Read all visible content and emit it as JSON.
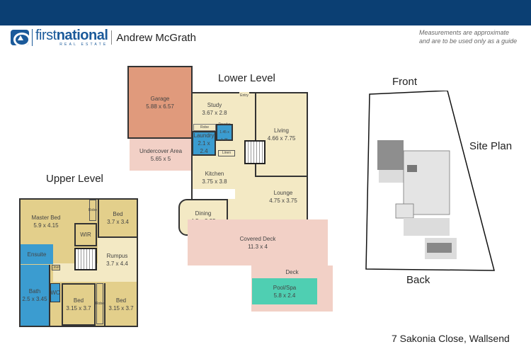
{
  "header": {
    "brand_first": "first",
    "brand_second": "national",
    "brand_sub": "REAL ESTATE",
    "agent": "Andrew McGrath",
    "disclaimer_line1": "Measurements are approximate",
    "disclaimer_line2": "and are to be used only as a guide",
    "colors": {
      "topbar": "#0b3f73",
      "brand": "#1b5a9a"
    }
  },
  "lower_level": {
    "title": "Lower Level",
    "rooms": [
      {
        "name": "Garage",
        "size": "5.88 x 6.57"
      },
      {
        "name": "Undercover Area",
        "size": "5.65 x 5"
      },
      {
        "name": "Study",
        "size": "3.67 x 2.8"
      },
      {
        "name": "Robe",
        "size": ""
      },
      {
        "name": "Powder",
        "size": "1.45 x 1.45"
      },
      {
        "name": "Laundry",
        "size": "2.1 x 2.4"
      },
      {
        "name": "Linen",
        "size": ""
      },
      {
        "name": "Entry",
        "size": ""
      },
      {
        "name": "Living",
        "size": "4.66 x 7.75"
      },
      {
        "name": "Kitchen",
        "size": "3.75 x 3.8"
      },
      {
        "name": "Lounge",
        "size": "4.75 x 3.75"
      },
      {
        "name": "Dining",
        "size": "4.5 x 3.35"
      },
      {
        "name": "Covered Deck",
        "size": "11.3 x 4"
      },
      {
        "name": "Deck",
        "size": ""
      },
      {
        "name": "Pool/Spa",
        "size": "5.8 x 2.4"
      }
    ]
  },
  "upper_level": {
    "title": "Upper Level",
    "rooms": [
      {
        "name": "Master Bed",
        "size": "5.9 x 4.15"
      },
      {
        "name": "Robe",
        "size": ""
      },
      {
        "name": "Bed",
        "size": "3.7 x 3.4"
      },
      {
        "name": "WIR",
        "size": ""
      },
      {
        "name": "Ensuite",
        "size": ""
      },
      {
        "name": "Rumpus",
        "size": "3.7 x 4.4"
      },
      {
        "name": "Linen",
        "size": ""
      },
      {
        "name": "Bath",
        "size": "2.5 x 3.45"
      },
      {
        "name": "WC",
        "size": ""
      },
      {
        "name": "Bed",
        "size": "3.15 x 3.7"
      },
      {
        "name": "Robe",
        "size": ""
      },
      {
        "name": "Bed",
        "size": "3.15 x 3.7"
      }
    ]
  },
  "site_plan": {
    "title": "Site Plan",
    "front": "Front",
    "back": "Back"
  },
  "footer": {
    "address": "7 Sakonia Close, Wallsend"
  }
}
